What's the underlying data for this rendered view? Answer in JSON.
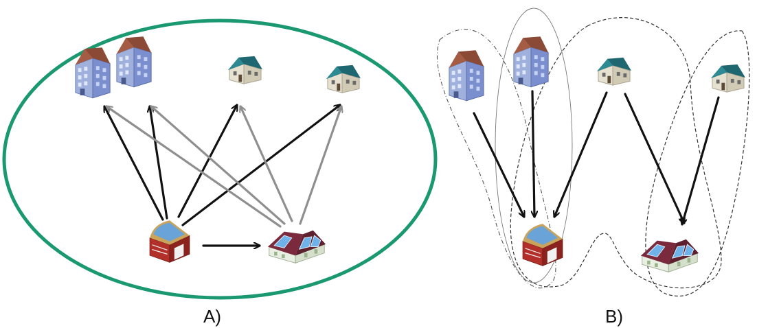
{
  "panels": {
    "a": {
      "label": "A)",
      "boundary_color": "#1a9870",
      "nodes": [
        {
          "id": "apt1",
          "icon": "apartment-icon"
        },
        {
          "id": "apt2",
          "icon": "apartment-icon"
        },
        {
          "id": "house1",
          "icon": "small-house-icon"
        },
        {
          "id": "house2",
          "icon": "small-house-icon"
        },
        {
          "id": "barn",
          "icon": "barn-icon"
        },
        {
          "id": "prosumer",
          "icon": "solar-house-icon"
        }
      ],
      "edges": [
        {
          "from": "barn",
          "to": "apt1",
          "color": "#111111"
        },
        {
          "from": "barn",
          "to": "apt2",
          "color": "#111111"
        },
        {
          "from": "barn",
          "to": "house1",
          "color": "#111111"
        },
        {
          "from": "barn",
          "to": "house2",
          "color": "#111111"
        },
        {
          "from": "barn",
          "to": "prosumer",
          "color": "#111111"
        },
        {
          "from": "prosumer",
          "to": "apt1",
          "color": "#8f8f8f"
        },
        {
          "from": "prosumer",
          "to": "apt2",
          "color": "#8f8f8f"
        },
        {
          "from": "prosumer",
          "to": "house1",
          "color": "#8f8f8f"
        },
        {
          "from": "prosumer",
          "to": "house2",
          "color": "#8f8f8f"
        }
      ]
    },
    "b": {
      "label": "B)",
      "nodes": [
        {
          "id": "apt1",
          "icon": "apartment-icon"
        },
        {
          "id": "apt2",
          "icon": "apartment-icon"
        },
        {
          "id": "house1",
          "icon": "small-house-icon"
        },
        {
          "id": "house2",
          "icon": "small-house-icon"
        },
        {
          "id": "barn",
          "icon": "barn-icon"
        },
        {
          "id": "prosumer",
          "icon": "solar-house-icon"
        }
      ],
      "edges": [
        {
          "from": "apt1",
          "to": "barn",
          "color": "#111111"
        },
        {
          "from": "apt2",
          "to": "barn",
          "color": "#111111"
        },
        {
          "from": "house1",
          "to": "barn",
          "color": "#111111"
        },
        {
          "from": "house1",
          "to": "prosumer",
          "color": "#111111"
        },
        {
          "from": "house2",
          "to": "prosumer",
          "color": "#111111"
        }
      ],
      "groups": [
        {
          "members": [
            "apt1",
            "barn"
          ],
          "style": "dash-dot"
        },
        {
          "members": [
            "apt2",
            "barn"
          ],
          "style": "solid-thin"
        },
        {
          "members": [
            "house1",
            "barn",
            "prosumer"
          ],
          "style": "dashed"
        },
        {
          "members": [
            "house2",
            "prosumer"
          ],
          "style": "dashed"
        }
      ]
    }
  }
}
